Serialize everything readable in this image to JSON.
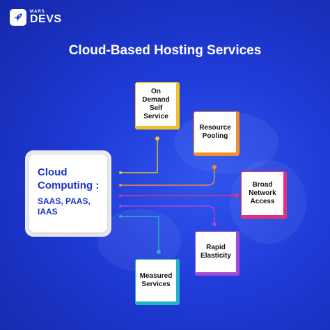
{
  "logo": {
    "small": "MARS",
    "big": "DEVS"
  },
  "title": "Cloud-Based Hosting Services",
  "center": {
    "line1": "Cloud",
    "line2": "Computing :",
    "line3": "SAAS, PAAS,",
    "line4": "IAAS"
  },
  "nodes": [
    {
      "lines": [
        "On",
        "Demand",
        "Self",
        "Service"
      ],
      "color": "#f0c22a"
    },
    {
      "lines": [
        "Resource",
        "Pooling"
      ],
      "color": "#f28f2b"
    },
    {
      "lines": [
        "Broad",
        "Network",
        "Access"
      ],
      "color": "#e0327a"
    },
    {
      "lines": [
        "Rapid",
        "Elasticity"
      ],
      "color": "#a24bd6"
    },
    {
      "lines": [
        "Measured",
        "Services"
      ],
      "color": "#23b3c5"
    }
  ]
}
